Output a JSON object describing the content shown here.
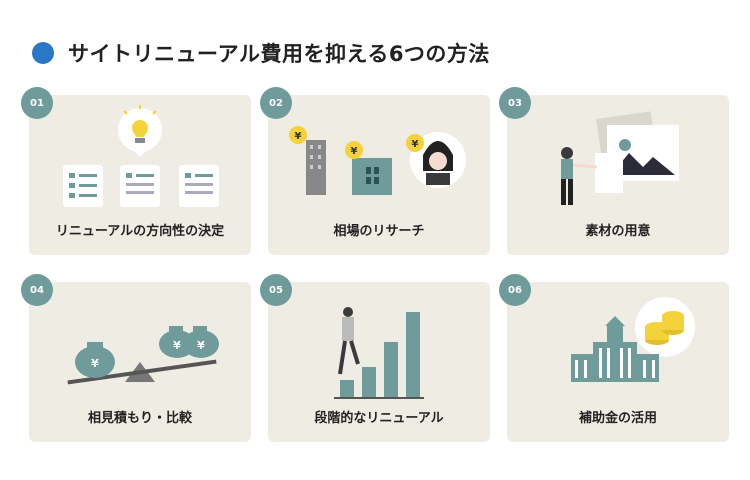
{
  "header": {
    "title": "サイトリニューアル費用を抑える6つの方法",
    "accent_color": "#2a77c6"
  },
  "cards": [
    {
      "number": "01",
      "label": "リニューアルの方向性の決定",
      "icon": "lightbulb-documents"
    },
    {
      "number": "02",
      "label": "相場のリサーチ",
      "icon": "yen-buildings-person"
    },
    {
      "number": "03",
      "label": "素材の用意",
      "icon": "person-photos"
    },
    {
      "number": "04",
      "label": "相見積もり・比較",
      "icon": "money-bags-scale"
    },
    {
      "number": "05",
      "label": "段階的なリニューアル",
      "icon": "person-climbing-bars"
    },
    {
      "number": "06",
      "label": "補助金の活用",
      "icon": "government-building-coins"
    }
  ],
  "yen_symbol": "¥",
  "colors": {
    "badge": "#6f9b9b",
    "card_bg": "#efece4",
    "teal": "#6f9b9b",
    "yellow": "#f3d23a",
    "dark": "#3a3a3a"
  }
}
